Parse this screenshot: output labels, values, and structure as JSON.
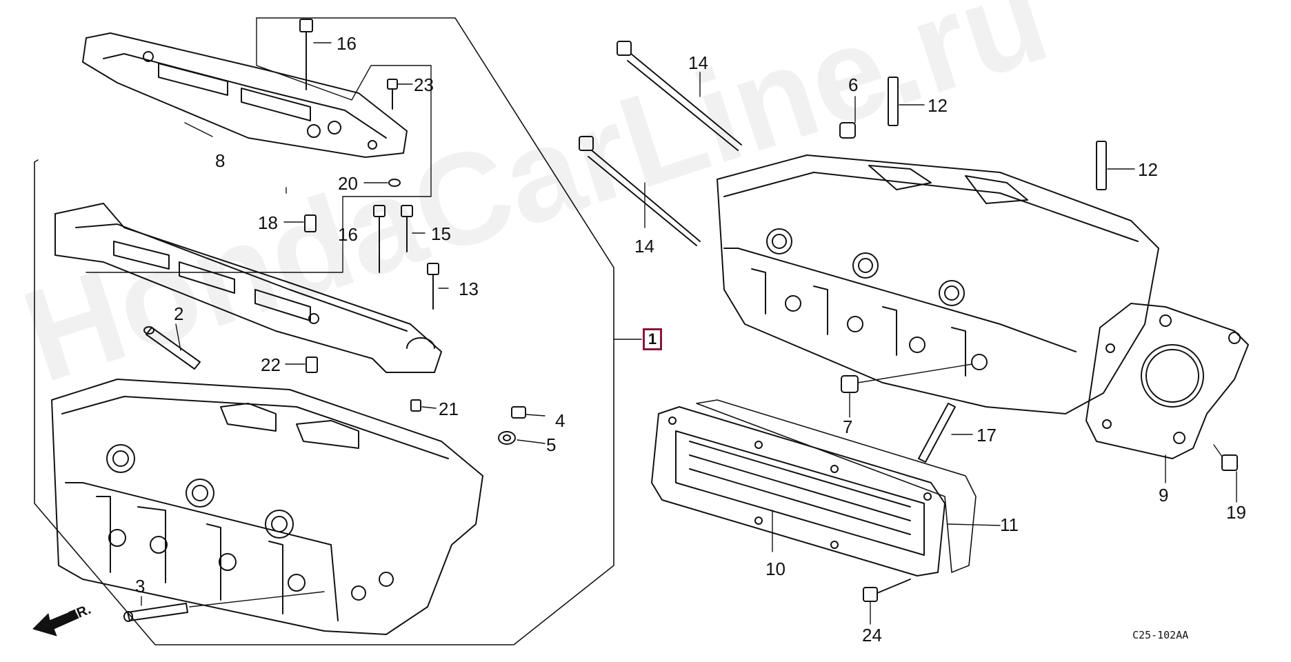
{
  "watermark": "HondaCarLine.ru",
  "diagram_code": "C25-102AA",
  "front_indicator": "FR.",
  "assembly_label": "1",
  "callouts": [
    {
      "id": "part-2",
      "label": "2"
    },
    {
      "id": "part-3",
      "label": "3"
    },
    {
      "id": "part-4",
      "label": "4"
    },
    {
      "id": "part-5",
      "label": "5"
    },
    {
      "id": "part-6",
      "label": "6"
    },
    {
      "id": "part-7",
      "label": "7"
    },
    {
      "id": "part-8",
      "label": "8"
    },
    {
      "id": "part-9",
      "label": "9"
    },
    {
      "id": "part-10",
      "label": "10"
    },
    {
      "id": "part-11",
      "label": "11"
    },
    {
      "id": "part-12-a",
      "label": "12"
    },
    {
      "id": "part-12-b",
      "label": "12"
    },
    {
      "id": "part-13",
      "label": "13"
    },
    {
      "id": "part-14-a",
      "label": "14"
    },
    {
      "id": "part-14-b",
      "label": "14"
    },
    {
      "id": "part-15",
      "label": "15"
    },
    {
      "id": "part-16-a",
      "label": "16"
    },
    {
      "id": "part-16-b",
      "label": "16"
    },
    {
      "id": "part-17",
      "label": "17"
    },
    {
      "id": "part-18",
      "label": "18"
    },
    {
      "id": "part-19",
      "label": "19"
    },
    {
      "id": "part-20",
      "label": "20"
    },
    {
      "id": "part-21",
      "label": "21"
    },
    {
      "id": "part-22",
      "label": "22"
    },
    {
      "id": "part-23",
      "label": "23"
    },
    {
      "id": "part-24",
      "label": "24"
    }
  ],
  "colors": {
    "ink": "#111111",
    "accent": "#8a1538",
    "watermark": "#aaaaaa"
  }
}
